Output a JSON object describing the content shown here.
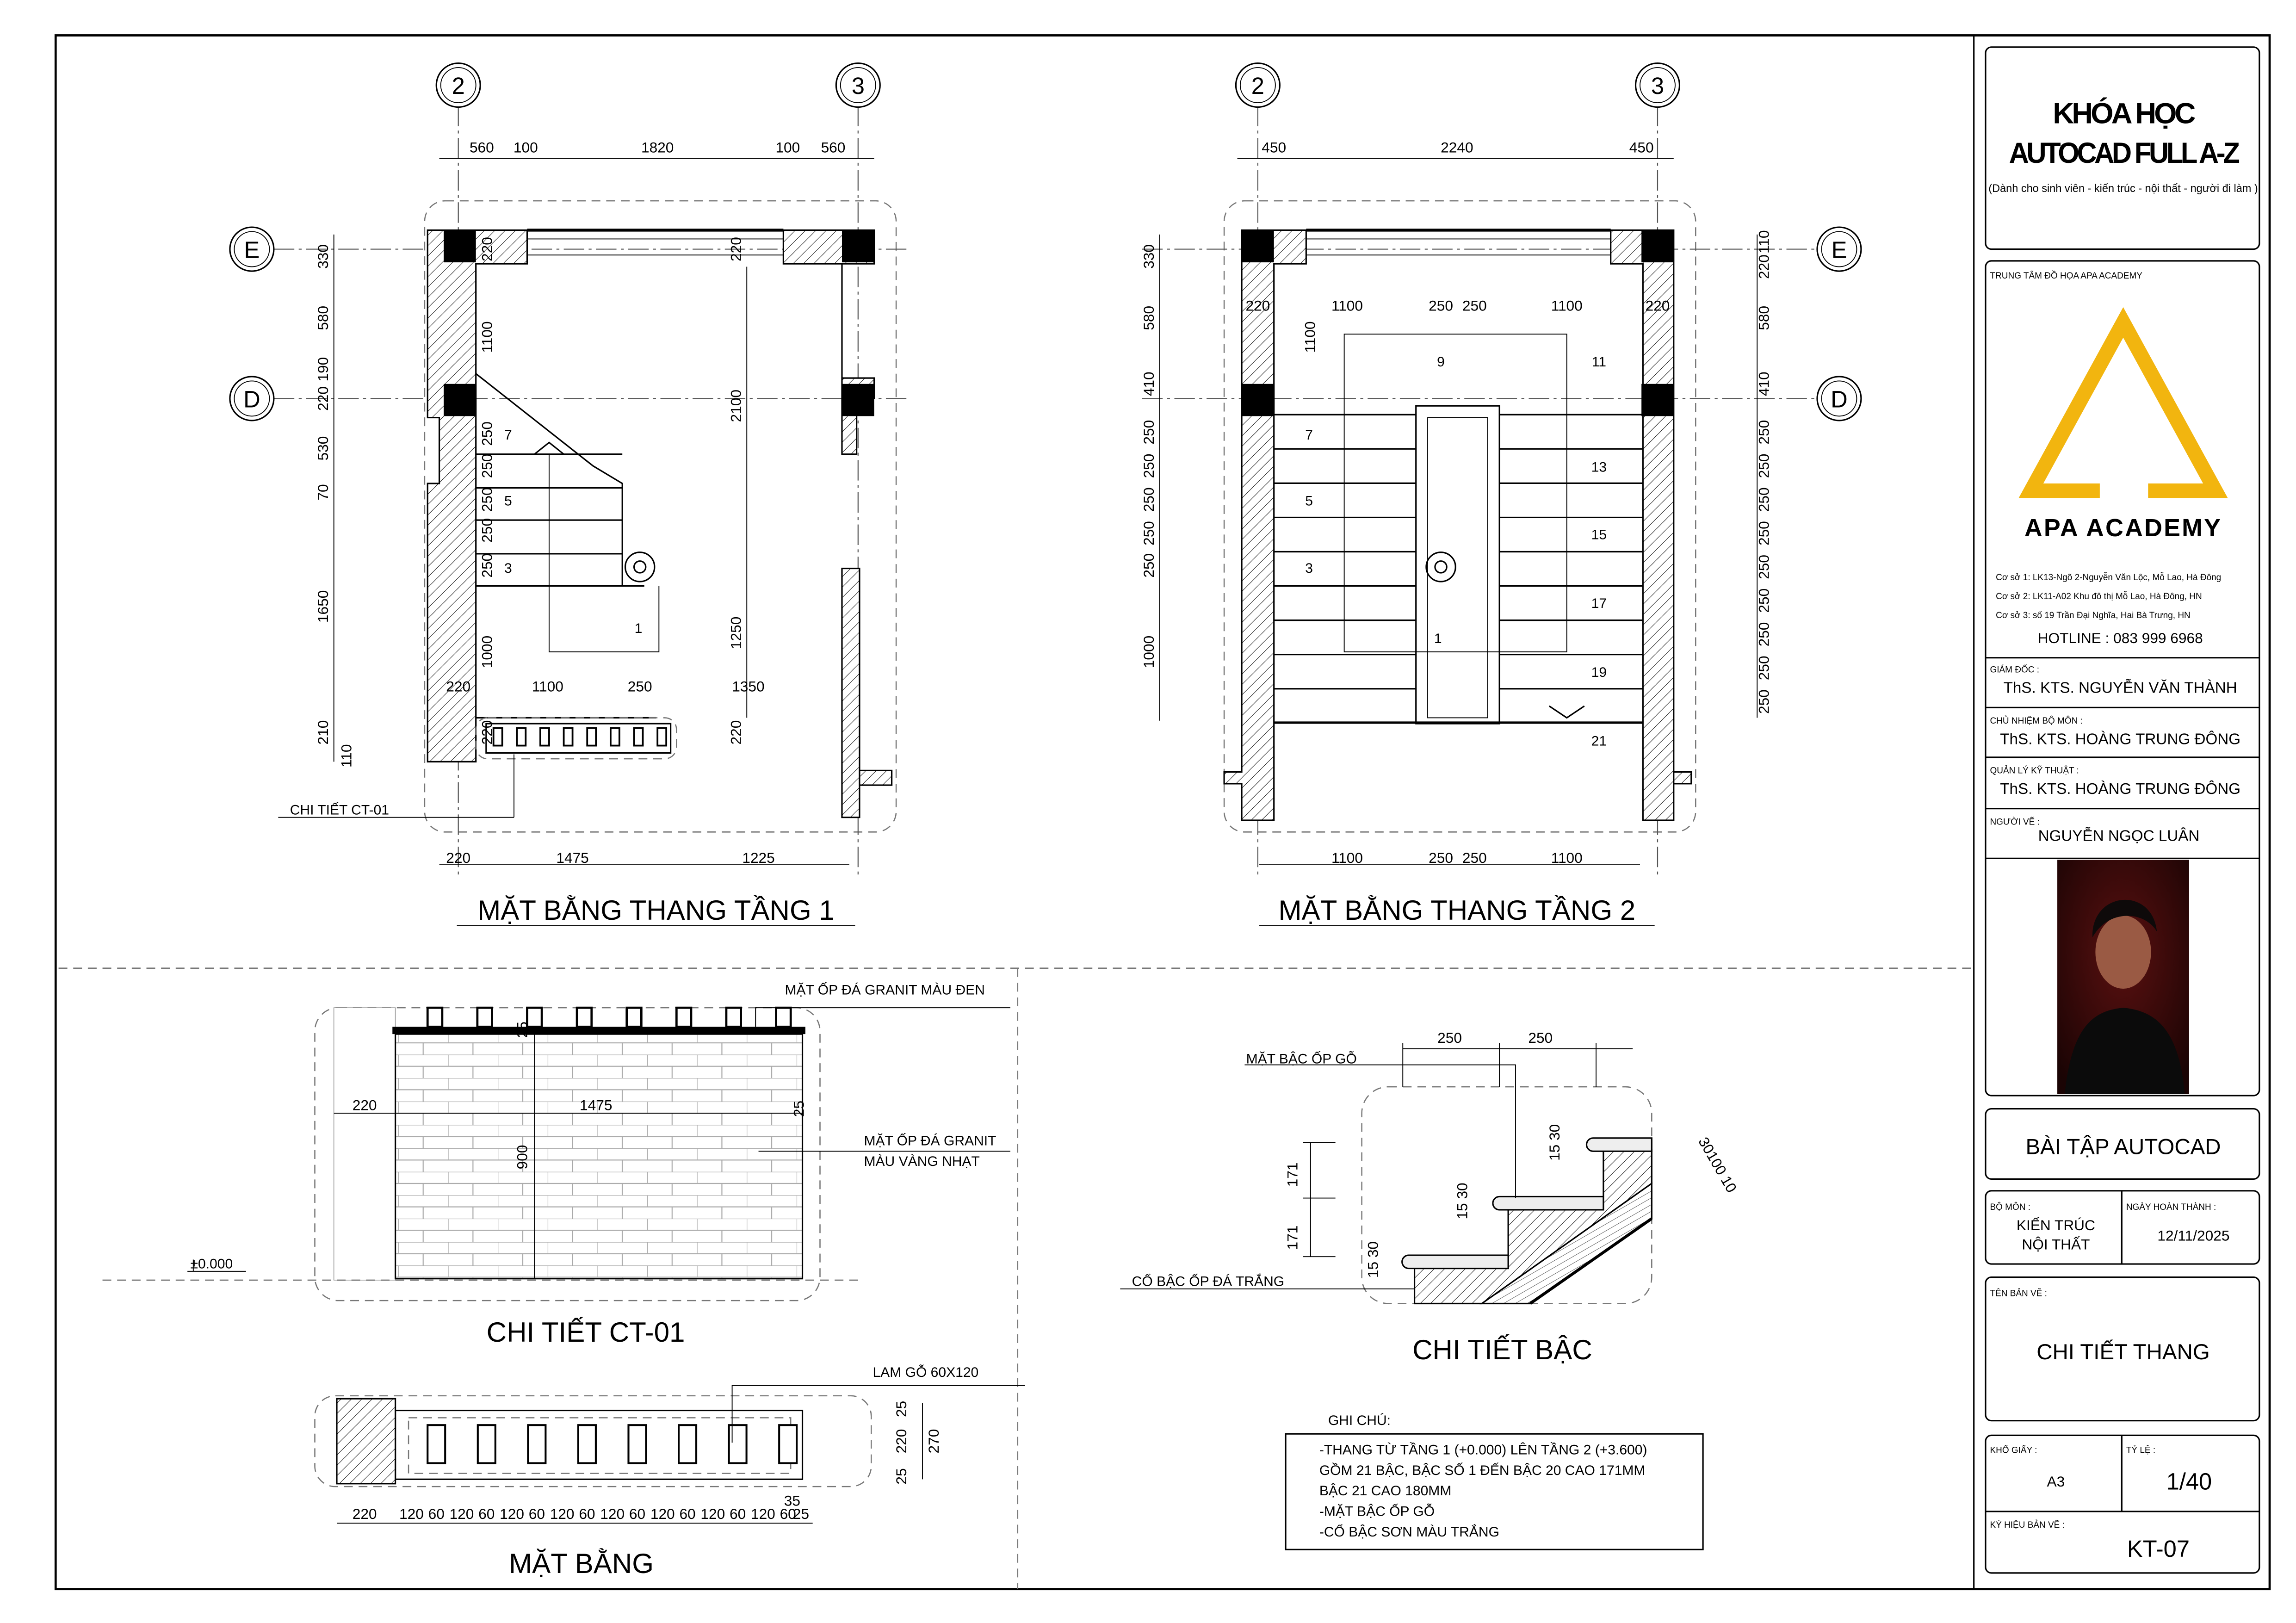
{
  "plan1": {
    "title": "MẶT BẰNG THANG TẦNG 1",
    "grid": [
      "2",
      "3",
      "E",
      "D"
    ],
    "dims_top": [
      "560",
      "100",
      "1820",
      "100",
      "560"
    ],
    "dims_left": [
      "330",
      "580",
      "190",
      "220",
      "530",
      "70",
      "1650",
      "210",
      "110"
    ],
    "dims_inner": [
      "220",
      "1100",
      "220",
      "2100",
      "250",
      "250",
      "250",
      "250",
      "250",
      "1000",
      "1250",
      "220",
      "1100",
      "250",
      "1350",
      "220",
      "220"
    ],
    "dims_bottom": [
      "220",
      "1475",
      "1225"
    ],
    "steps": [
      "7",
      "5",
      "3",
      "1"
    ],
    "callout": "CHI TIẾT CT-01"
  },
  "plan2": {
    "title": "MẶT BẰNG THANG TẦNG 2",
    "grid": [
      "2",
      "3",
      "E",
      "D"
    ],
    "dims_top": [
      "450",
      "2240",
      "450"
    ],
    "dims_left": [
      "330",
      "580",
      "410",
      "250",
      "250",
      "250",
      "250",
      "250",
      "1000"
    ],
    "dims_right": [
      "110",
      "220",
      "580",
      "410",
      "250",
      "250",
      "250",
      "250",
      "250",
      "250",
      "250",
      "250",
      "250"
    ],
    "dims_inner": [
      "220",
      "1100",
      "250",
      "250",
      "1100",
      "220",
      "1100"
    ],
    "dims_bottom": [
      "1100",
      "250",
      "250",
      "1100"
    ],
    "steps": [
      "9",
      "11",
      "7",
      "13",
      "5",
      "15",
      "3",
      "17",
      "1",
      "19",
      "21"
    ]
  },
  "ct01": {
    "title": "CHI TIẾT CT-01",
    "label_top": "MẶT ỐP ĐÁ GRANIT MÀU ĐEN",
    "label_side_1": "MẶT ỐP ĐÁ GRANIT",
    "label_side_2": "MÀU VÀNG NHẠT",
    "level": "±0.000",
    "dims": [
      "220",
      "1475",
      "25",
      "25",
      "900"
    ]
  },
  "matbang": {
    "title": "MẶT BẰNG",
    "label": "LAM GỖ 60X120",
    "dims_bottom": [
      "220",
      "120",
      "60",
      "120",
      "60",
      "120",
      "60",
      "120",
      "60",
      "120",
      "60",
      "120",
      "60",
      "120",
      "60",
      "120",
      "60",
      "25"
    ],
    "dim_35": "35",
    "dims_right": [
      "25",
      "220",
      "25",
      "270"
    ]
  },
  "step_detail": {
    "title": "CHI TIẾT BẬC",
    "label_tread": "MẶT BẬC ỐP GỖ",
    "label_riser": "CỔ BẬC ỐP ĐÁ TRẮNG",
    "dims_top": [
      "250",
      "250"
    ],
    "dims_rise": [
      "171",
      "171"
    ],
    "dims_nosing": [
      "15 30",
      "15 30",
      "15 30"
    ],
    "dims_slab": "30100 10"
  },
  "notes": {
    "heading": "GHI CHÚ:",
    "lines": [
      "-THANG TỪ TẦNG 1 (+0.000) LÊN TẦNG 2 (+3.600)",
      "GỒM 21 BẬC, BẬC SỐ 1 ĐẾN BẬC 20 CAO 171MM",
      "BẬC 21 CAO 180MM",
      "-MẶT BẬC ỐP GỖ",
      "-CỔ BẬC SƠN MÀU TRẮNG"
    ]
  },
  "title_block": {
    "course_line1": "KHÓA HỌC",
    "course_line2": "AUTOCAD FULL A-Z",
    "course_sub": "(Dành cho sinh viên  - kiến trúc - nội thất - người đi làm )",
    "center_name": "TRUNG TÂM ĐỒ HỌA APA ACADEMY",
    "logo_text": "APA ACADEMY",
    "logo_color": "#F2B50F",
    "address_1": "Cơ sở 1: LK13-Ngõ 2-Nguyễn Văn Lộc, Mỗ Lao, Hà Đông",
    "address_2": "Cơ sở 2: LK11-A02 Khu đô thị Mỗ Lao, Hà Đông, HN",
    "address_3": "Cơ sở 3: số 19 Trần Đại Nghĩa, Hai Bà Trưng, HN",
    "hotline": "HOTLINE : 083 999 6968",
    "director_label": "GIÁM ĐỐC :",
    "director": "ThS. KTS. NGUYỄN VĂN THÀNH",
    "head_label": "CHỦ NHIỆM BỘ MÔN :",
    "head": "ThS. KTS. HOÀNG TRUNG ĐÔNG",
    "tech_label": "QUẢN LÝ KỸ THUẬT :",
    "tech": "ThS. KTS. HOÀNG TRUNG ĐÔNG",
    "drawer_label": "NGƯỜI VẼ :",
    "drawer": "NGUYỄN NGỌC LUÂN",
    "exercise": "BÀI TẬP AUTOCAD",
    "dept_label": "BỘ MÔN :",
    "dept_1": "KIẾN TRÚC",
    "dept_2": "NỘI THẤT",
    "date_label": "NGÀY HOÀN THÀNH :",
    "date": "12/11/2025",
    "drawing_name_label": "TÊN BẢN VẼ :",
    "drawing_name": "CHI TIẾT THANG",
    "paper_label": "KHỔ GIẤY :",
    "paper": "A3",
    "scale_label": "TỶ LỆ :",
    "scale": "1/40",
    "code_label": "KÝ HIỆU BẢN VẼ :",
    "code": "KT-07"
  }
}
